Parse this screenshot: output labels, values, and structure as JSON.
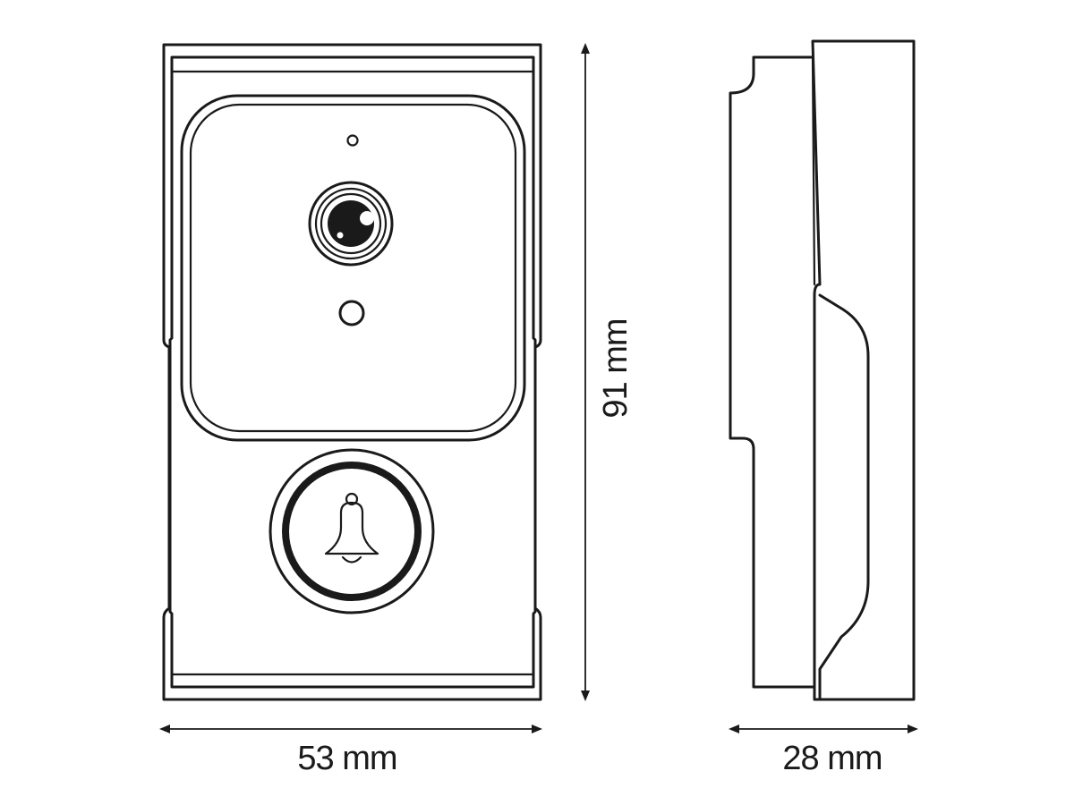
{
  "dimensions": {
    "width_label": "53 mm",
    "height_label": "91 mm",
    "depth_label": "28 mm"
  }
}
